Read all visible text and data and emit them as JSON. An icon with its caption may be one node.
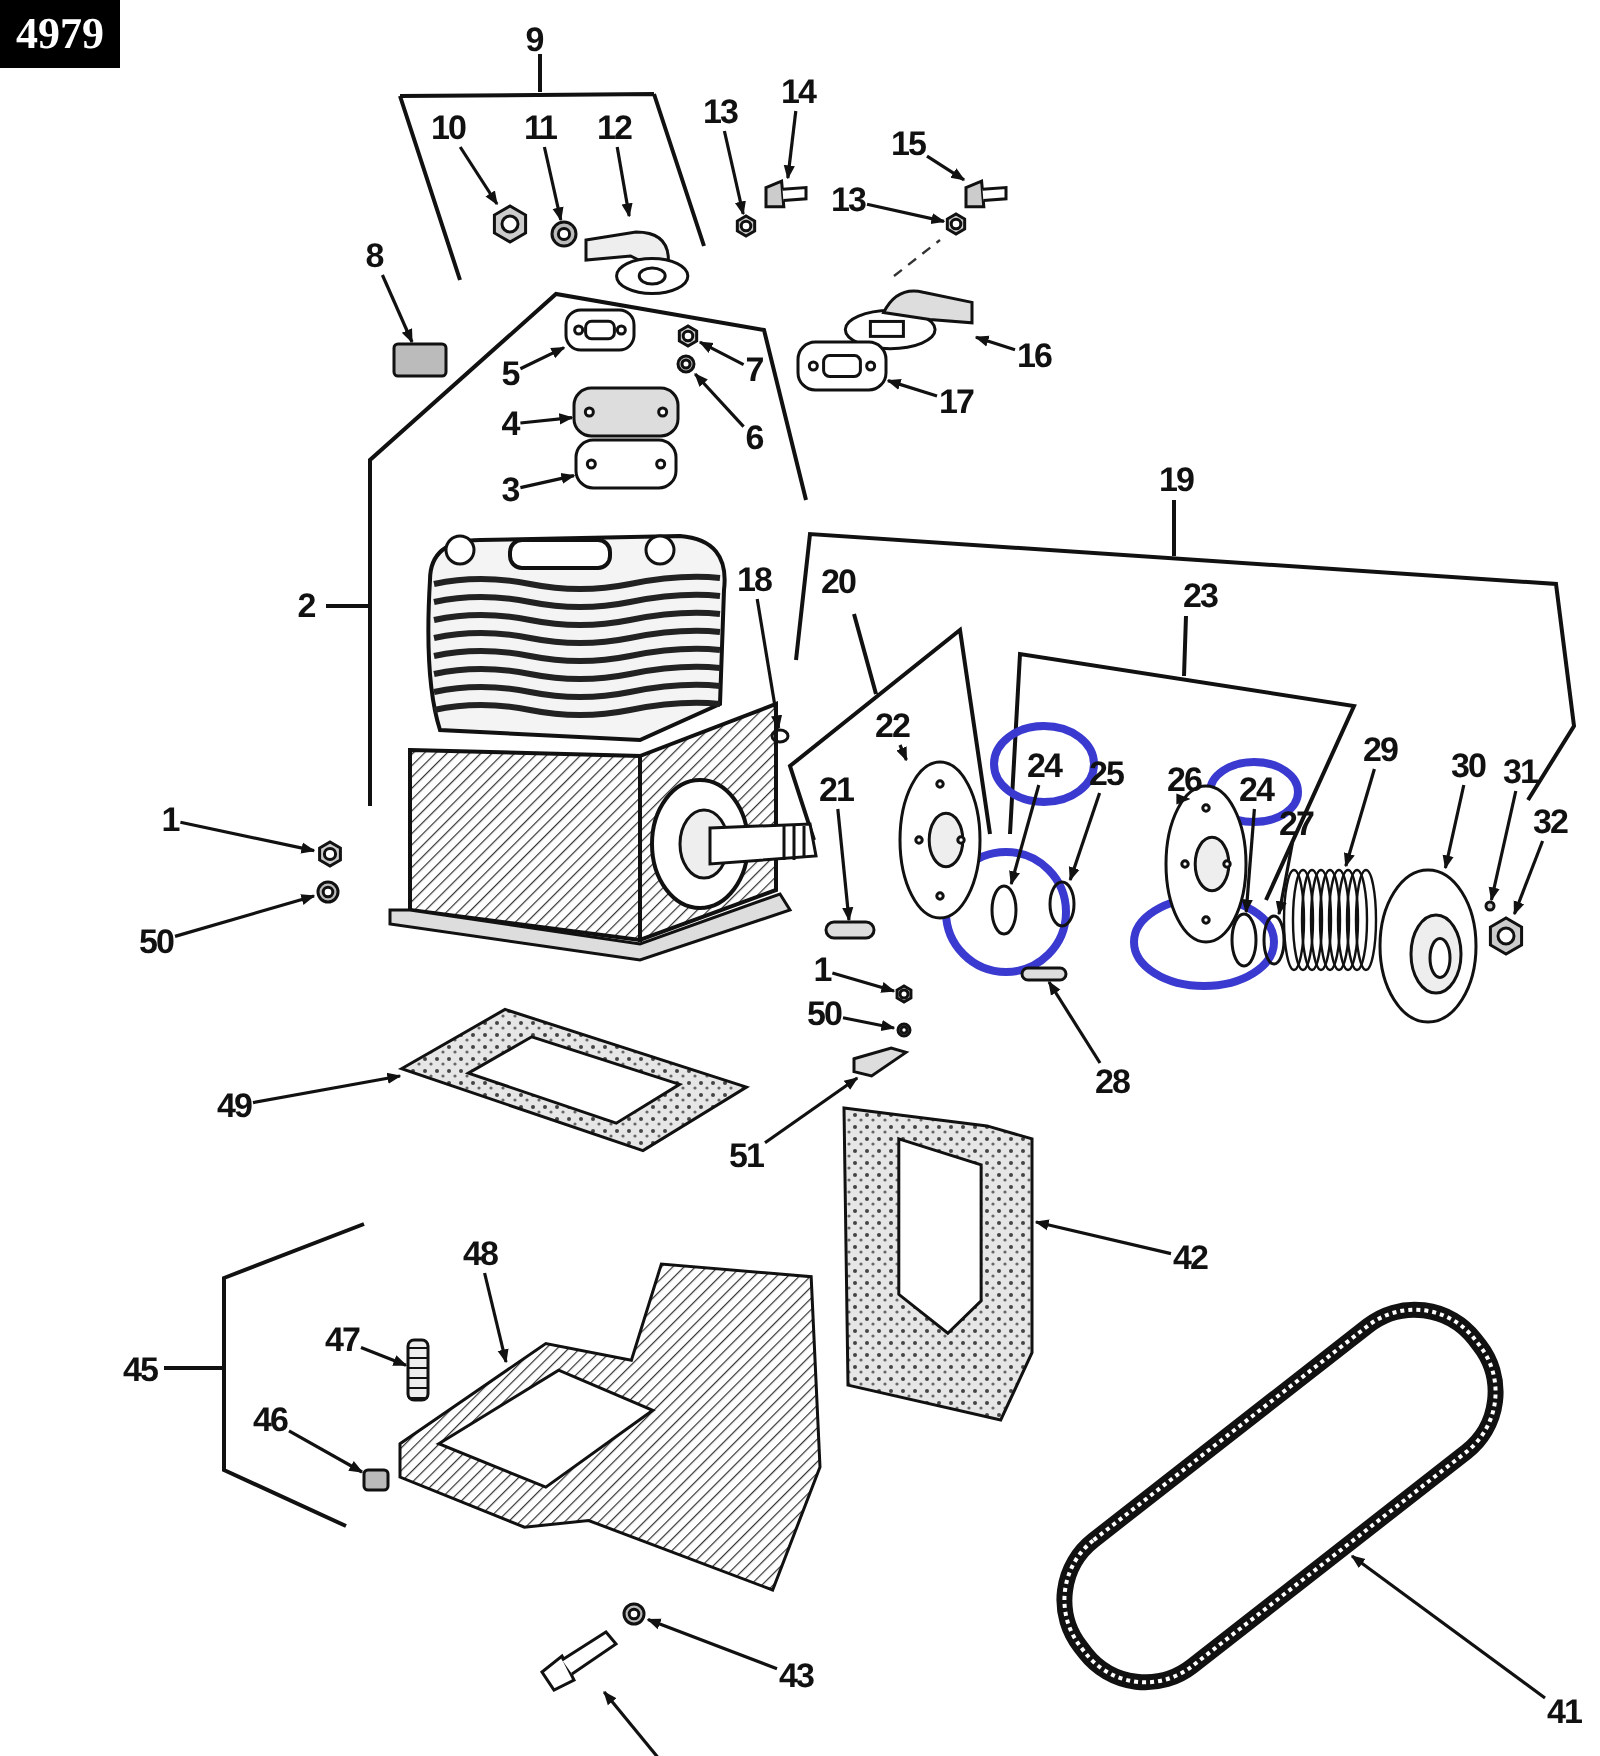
{
  "diagram": {
    "nodes": [
      {
        "text": [
          "10"
        ]
      },
      {
        "text": [],
        "shape": "picture"
      },
      {
        "text": [
          "11"
        ]
      },
      {
        "text": [],
        "shape": "picture"
      },
      {
        "text": [
          "12"
        ]
      },
      {
        "text": [],
        "shape": "picture"
      },
      {
        "text": [
          "13"
        ]
      },
      {
        "text": [],
        "shape": "picture"
      },
      {
        "text": [
          "14"
        ]
      },
      {
        "text": [],
        "shape": "picture"
      },
      {
        "text": [
          "15"
        ]
      },
      {
        "text": [],
        "shape": "picture"
      },
      {
        "text": [
          "13"
        ]
      },
      {
        "text": [],
        "shape": "picture"
      },
      {
        "text": [
          "8"
        ]
      },
      {
        "text": [],
        "shape": "box"
      },
      {
        "text": [
          "5"
        ]
      },
      {
        "text": [],
        "shape": "picture"
      },
      {
        "text": [
          "7"
        ]
      },
      {
        "text": [],
        "shape": "picture"
      },
      {
        "text": [
          "16"
        ]
      },
      {
        "text": [],
        "shape": "picture"
      },
      {
        "text": [
          "6"
        ]
      },
      {
        "text": [],
        "shape": "picture"
      },
      {
        "text": [
          "4"
        ]
      },
      {
        "text": [],
        "shape": "picture"
      },
      {
        "text": [
          "17"
        ]
      },
      {
        "text": [],
        "shape": "picture"
      },
      {
        "text": [
          "3"
        ]
      },
      {
        "text": [],
        "shape": "picture"
      },
      {
        "text": [
          "18"
        ]
      },
      {
        "text": [],
        "shape": "circle"
      },
      {
        "text": [
          "22"
        ]
      },
      {
        "text": [],
        "shape": "picture"
      },
      {
        "text": [
          "24"
        ]
      },
      {
        "text": [],
        "shape": "circle"
      },
      {
        "text": [
          "25"
        ]
      },
      {
        "text": [],
        "shape": "circle"
      },
      {
        "text": [
          "26"
        ]
      },
      {
        "text": [],
        "shape": "picture"
      },
      {
        "text": [
          "24"
        ]
      },
      {
        "text": [],
        "shape": "circle"
      },
      {
        "text": [
          "27"
        ]
      },
      {
        "text": [],
        "shape": "circle"
      },
      {
        "text": [
          "29"
        ]
      },
      {
        "text": [],
        "shape": "picture"
      },
      {
        "text": [
          "30"
        ]
      },
      {
        "text": [],
        "shape": "picture"
      },
      {
        "text": [
          "31"
        ]
      },
      {
        "text": [],
        "shape": "circle"
      },
      {
        "text": [
          "32"
        ]
      },
      {
        "text": [],
        "shape": "picture"
      },
      {
        "text": [
          "21"
        ]
      },
      {
        "text": [],
        "shape": "bar"
      },
      {
        "text": [
          "1"
        ]
      },
      {
        "text": [],
        "shape": "picture"
      },
      {
        "text": [
          "50"
        ]
      },
      {
        "text": [],
        "shape": "picture"
      },
      {
        "text": [
          "1"
        ]
      },
      {
        "text": [],
        "shape": "picture"
      },
      {
        "text": [
          "50"
        ]
      },
      {
        "text": [],
        "shape": "picture"
      },
      {
        "text": [
          "28"
        ]
      },
      {
        "text": [],
        "shape": "bar"
      },
      {
        "text": [
          "49"
        ]
      },
      {
        "text": [],
        "shape": "picture"
      },
      {
        "text": [
          "51"
        ]
      },
      {
        "text": [],
        "shape": "picture"
      },
      {
        "text": [
          "42"
        ]
      },
      {
        "text": [],
        "shape": "box"
      },
      {
        "text": [
          "48"
        ]
      },
      {
        "text": [],
        "shape": "picture"
      },
      {
        "text": [
          "47"
        ]
      },
      {
        "text": [],
        "shape": "picture"
      },
      {
        "text": [
          "46"
        ]
      },
      {
        "text": [],
        "shape": "box"
      },
      {
        "text": [
          "43"
        ]
      },
      {
        "text": [],
        "shape": "picture"
      },
      {
        "text": [
          "41"
        ]
      },
      {
        "text": [],
        "shape": "picture"
      },
      {
        "text": [],
        "shape": "picture"
      }
    ],
    "edges": [
      {
        "from": 0,
        "to": 1,
        "arrow": "to"
      },
      {
        "from": 2,
        "to": 3,
        "arrow": "to"
      },
      {
        "from": 4,
        "to": 5,
        "arrow": "to"
      },
      {
        "from": 6,
        "to": 7,
        "arrow": "to"
      },
      {
        "from": 8,
        "to": 9,
        "arrow": "to"
      },
      {
        "from": 10,
        "to": 11,
        "arrow": "to"
      },
      {
        "from": 12,
        "to": 13,
        "arrow": "to"
      },
      {
        "from": 14,
        "to": 15,
        "arrow": "to"
      },
      {
        "from": 16,
        "to": 17,
        "arrow": "to"
      },
      {
        "from": 18,
        "to": 19,
        "arrow": "to"
      },
      {
        "from": 20,
        "to": 21,
        "arrow": "to"
      },
      {
        "from": 22,
        "to": 23,
        "arrow": "to"
      },
      {
        "from": 24,
        "to": 25,
        "arrow": "to"
      },
      {
        "from": 26,
        "to": 27,
        "arrow": "to"
      },
      {
        "from": 28,
        "to": 29,
        "arrow": "to"
      },
      {
        "from": 30,
        "to": 31,
        "arrow": "to"
      },
      {
        "from": 32,
        "to": 33,
        "arrow": "to"
      },
      {
        "from": 34,
        "to": 35,
        "arrow": "to"
      },
      {
        "from": 36,
        "to": 37,
        "arrow": "to"
      },
      {
        "from": 38,
        "to": 39,
        "arrow": "to"
      },
      {
        "from": 40,
        "to": 41,
        "arrow": "to"
      },
      {
        "from": 42,
        "to": 43,
        "arrow": "to"
      },
      {
        "from": 44,
        "to": 45,
        "arrow": "to"
      },
      {
        "from": 46,
        "to": 47,
        "arrow": "to"
      },
      {
        "from": 48,
        "to": 49,
        "arrow": "to"
      },
      {
        "from": 50,
        "to": 51,
        "arrow": "to"
      },
      {
        "from": 52,
        "to": 53,
        "arrow": "to"
      },
      {
        "from": 54,
        "to": 55,
        "arrow": "to"
      },
      {
        "from": 56,
        "to": 57,
        "arrow": "to"
      },
      {
        "from": 58,
        "to": 59,
        "arrow": "to"
      },
      {
        "from": 60,
        "to": 61,
        "arrow": "to"
      },
      {
        "from": 62,
        "to": 63,
        "arrow": "to"
      },
      {
        "from": 64,
        "to": 65,
        "arrow": "to"
      },
      {
        "from": 66,
        "to": 67,
        "arrow": "to"
      },
      {
        "from": 68,
        "to": 69,
        "arrow": "to"
      },
      {
        "from": 70,
        "to": 71,
        "arrow": "to"
      },
      {
        "from": 72,
        "to": 73,
        "arrow": "to"
      },
      {
        "from": 74,
        "to": 75,
        "arrow": "to"
      },
      {
        "from": 76,
        "to": 77,
        "arrow": "to"
      },
      {
        "from": 78,
        "to": 79,
        "arrow": "to"
      },
      {
        "from": null,
        "to": 80,
        "arrow": "to"
      }
    ],
    "labels": [
      "4979",
      "9",
      "2",
      "19",
      "20",
      "23",
      "45"
    ]
  }
}
